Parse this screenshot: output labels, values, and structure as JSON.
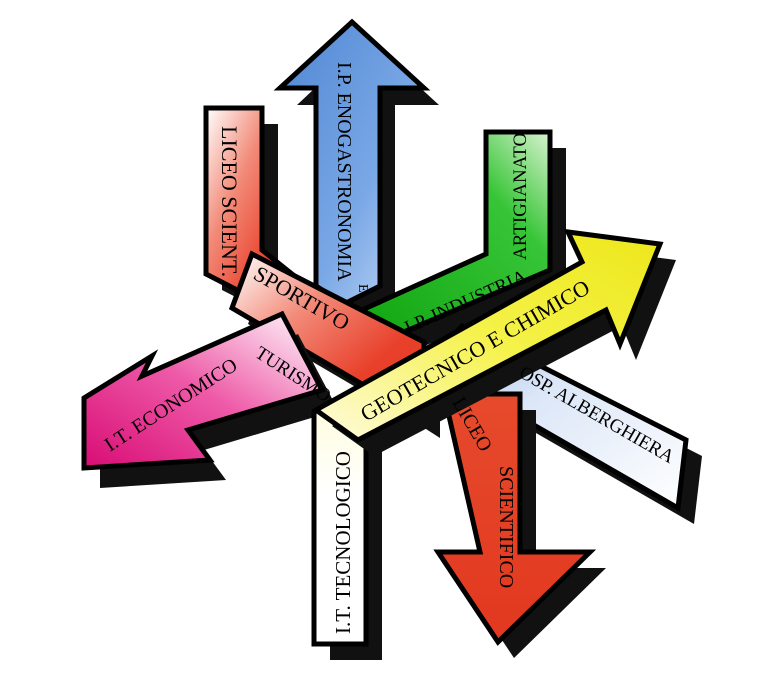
{
  "logo": {
    "labels": {
      "liceo_scient": "LICEO SCIENT.",
      "sportivo": "SPORTIVO",
      "enogastronomia": "I.P. ENOGASTRONOMIA",
      "e_connector": "E",
      "artigianato": "ARTIGIANATO",
      "ip_industria": "I.P. INDUSTRIA",
      "geotecnico": "GEOTECNICO E CHIMICO",
      "economico": "I.T. ECONOMICO",
      "turismo": "TURISMO",
      "osp_alberghiera": "OSP. ALBERGHIERA",
      "liceo": "LICEO",
      "scientifico": "SCIENTIFICO",
      "tecnologico": "I.T. TECNOLOGICO"
    },
    "colors": {
      "blue": "#5b8fd6",
      "green": "#1bb51b",
      "yellow": "#f1ee1a",
      "magenta": "#e0127c",
      "red": "#e8402a",
      "white": "#ffffff",
      "outline": "#000000"
    }
  }
}
